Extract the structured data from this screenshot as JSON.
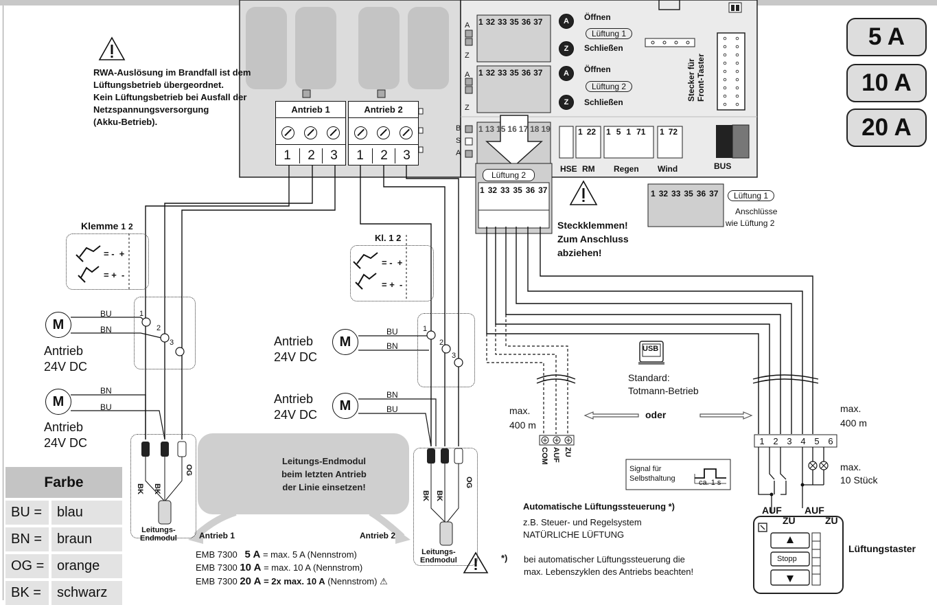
{
  "warning_main": {
    "line1": "RWA-Auslösung im Brandfall ist dem",
    "line2": "Lüftungsbetrieb übergeordnet.",
    "line3": "Kein Lüftungsbetrieb bei Ausfall der",
    "line4": "Netzspannungsversorgung",
    "line5": "(Akku-Betrieb)."
  },
  "amperage_badges": [
    "5 A",
    "10 A",
    "20 A"
  ],
  "terminal_blocks": {
    "antrieb1": {
      "title": "Antrieb 1",
      "numbers": [
        "1",
        "2",
        "3"
      ]
    },
    "antrieb2": {
      "title": "Antrieb 2",
      "numbers": [
        "1",
        "2",
        "3"
      ]
    }
  },
  "controller": {
    "row1_terminals": [
      "1",
      "32",
      "33",
      "35",
      "36",
      "37"
    ],
    "row2_terminals": [
      "1",
      "32",
      "33",
      "35",
      "36",
      "37"
    ],
    "row3_terminals": [
      "1",
      "13",
      "15",
      "16",
      "17",
      "18",
      "19"
    ],
    "az_labels": [
      "A",
      "Z"
    ],
    "bsa_labels": [
      "B",
      "S",
      "A"
    ],
    "btn_open_label": "Öffnen",
    "btn_close_label": "Schließen",
    "luftung1": "Lüftung 1",
    "luftung2": "Lüftung 2",
    "front_connector": "Stecker für\nFront-Taster",
    "rm_terms": [
      "1",
      "22"
    ],
    "regen_terms": [
      "1",
      "5",
      "1",
      "71"
    ],
    "wind_terms": [
      "1",
      "72"
    ],
    "label_hse": "HSE",
    "label_rm": "RM",
    "label_regen": "Regen",
    "label_wind": "Wind",
    "label_bus": "BUS",
    "button_a": "A",
    "button_z": "Z"
  },
  "plug_luftung2": {
    "label": "Lüftung 2",
    "terminals": [
      "1",
      "32",
      "33",
      "35",
      "36",
      "37"
    ]
  },
  "plug_luftung1": {
    "label": "Lüftung 1",
    "terminals": [
      "1",
      "32",
      "33",
      "35",
      "36",
      "37"
    ],
    "note1": "Anschlüsse",
    "note2": "wie Lüftung 2"
  },
  "steckklemmen": {
    "l1": "Steckklemmen!",
    "l2": "Zum Anschluss",
    "l3": "abziehen!"
  },
  "klemme_left": {
    "label": "Klemme",
    "col1": "1",
    "col2": "2",
    "row1_sign": "= -",
    "row1_plus": "+",
    "row2_sign": "= +",
    "row2_minus": "-"
  },
  "klemme_right": {
    "label": "Kl.",
    "col1": "1",
    "col2": "2",
    "row1_sign": "= -",
    "row1_plus": "+",
    "row2_sign": "= +",
    "row2_minus": "-"
  },
  "motor_symbol": "M",
  "wire_labels": {
    "bu": "BU",
    "bn": "BN",
    "bk": "BK",
    "og": "OG"
  },
  "joint_numbers": [
    "1",
    "2",
    "3"
  ],
  "antrieb_text": {
    "l1": "Antrieb",
    "l2": "24V DC"
  },
  "endmodul": {
    "l1": "Leitungs-",
    "l2": "Endmodul"
  },
  "callout": {
    "l1": "Leitungs-Endmodul",
    "l2": "beim letzten Antrieb",
    "l3": "der Linie einsetzen!"
  },
  "arrow_antrieb1": "Antrieb 1",
  "arrow_antrieb2": "Antrieb 2",
  "color_table": {
    "header": "Farbe",
    "rows": [
      {
        "code": "BU =",
        "name": "blau"
      },
      {
        "code": "BN =",
        "name": "braun"
      },
      {
        "code": "OG =",
        "name": "orange"
      },
      {
        "code": "BK =",
        "name": "schwarz"
      }
    ]
  },
  "emb_notes": {
    "l1_model": "EMB 7300",
    "l1_amp": "5 A",
    "l1_rest": "= max.  5 A (Nennstrom)",
    "l2_model": "EMB 7300",
    "l2_amp": "10 A",
    "l2_rest": "= max. 10 A (Nennstrom)",
    "l3_model": "EMB 7300",
    "l3_amp": "20 A",
    "l3_mid": "= 2x max. 10 A",
    "l3_rest": "(Nennstrom)"
  },
  "usb": {
    "icon_label": "USB",
    "l1": "Standard:",
    "l2": "Totmann-Betrieb",
    "oder": "oder"
  },
  "max_left": {
    "l1": "max.",
    "l2": "400 m"
  },
  "max_right": {
    "l1": "max.",
    "l2": "400 m"
  },
  "com_labels": [
    "COM",
    "AUF",
    "ZU"
  ],
  "signal": {
    "l1": "Signal für",
    "l2": "Selbsthaltung",
    "t": "ca. 1 s"
  },
  "auto": {
    "title": "Automatische Lüftungssteuerung *)",
    "l1": "z.B. Steuer- und Regelsystem",
    "l2": "NATÜRLICHE LÜFTUNG"
  },
  "footnote": {
    "mark": "*)",
    "l1": "bei automatischer Lüftungssteuerung die",
    "l2": "max. Lebenszyklen des Antriebs beachten!"
  },
  "terminals_right": [
    "1",
    "2",
    "3",
    "4",
    "5",
    "6"
  ],
  "switch_labels": {
    "auf1": "AUF",
    "zu1": "ZU",
    "auf2": "AUF",
    "zu2": "ZU"
  },
  "max_stueck": {
    "l1": "max.",
    "l2": "10 Stück"
  },
  "lueftungstaster": {
    "label": "Lüftungstaster",
    "stop": "Stopp"
  }
}
